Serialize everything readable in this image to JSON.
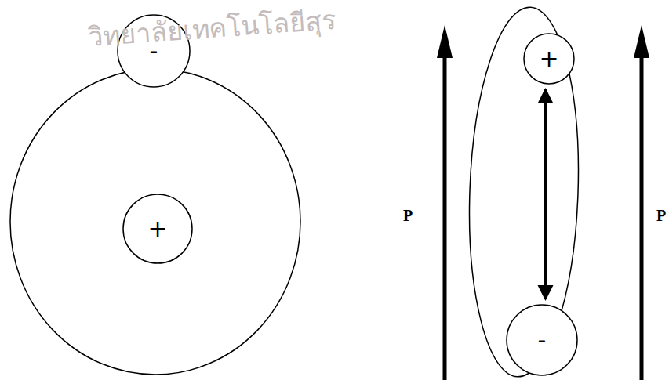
{
  "diagram": {
    "nodes": [
      {
        "text": [
          "-"
        ]
      },
      {
        "text": [
          "+"
        ]
      },
      {
        "text": [
          "+"
        ]
      },
      {
        "text": [
          "-"
        ]
      }
    ],
    "edges": [
      {
        "from": 2,
        "to": 3,
        "arrow": "both"
      }
    ],
    "labels": [
      "วิทยาลัยเทคโนโลยีสุร",
      "P",
      "P"
    ]
  }
}
